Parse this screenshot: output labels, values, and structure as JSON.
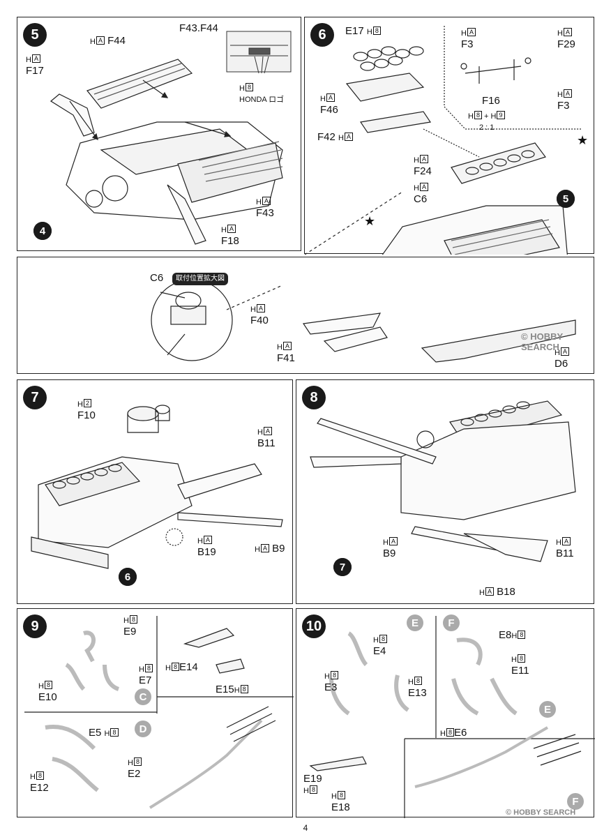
{
  "page_number": "4",
  "watermark": "© HOBBY SEARCH",
  "marks": {
    "h": "H",
    "a": "A",
    "b8": "8",
    "b9": "9",
    "b2": "2"
  },
  "step5": {
    "number": "5",
    "top_label": "F43.F44",
    "honda_logo": "HONDA ロゴ",
    "parts": [
      "F44",
      "F17",
      "F43",
      "F18"
    ],
    "ref_step": "4"
  },
  "step6": {
    "number": "6",
    "parts": [
      "E17",
      "F46",
      "F42",
      "F24",
      "C6",
      "F40",
      "F41",
      "D6"
    ],
    "inset_parts": [
      "F3",
      "F29",
      "F16",
      "F3"
    ],
    "ratio": "2 : 1",
    "mix": "+",
    "ref_step": "5",
    "callout_part": "C6",
    "callout_label": "取付位置拡大図"
  },
  "step7": {
    "number": "7",
    "parts": [
      "F10",
      "B11",
      "B19",
      "B9"
    ],
    "ref_step": "6"
  },
  "step8": {
    "number": "8",
    "parts": [
      "B9",
      "B11",
      "B18"
    ],
    "ref_step": "7"
  },
  "step9": {
    "number": "9",
    "parts_c": [
      "E9",
      "E7",
      "E10"
    ],
    "parts_d": [
      "E5",
      "E2",
      "E12"
    ],
    "parts_right": [
      "E14",
      "E15"
    ],
    "sub_c": "C",
    "sub_d": "D"
  },
  "step10": {
    "number": "10",
    "parts_e": [
      "E4",
      "E3",
      "E13"
    ],
    "parts_f": [
      "E8",
      "E11",
      "E6"
    ],
    "parts_bottom": [
      "E19",
      "E18"
    ],
    "sub_e": "E",
    "sub_f": "F"
  }
}
